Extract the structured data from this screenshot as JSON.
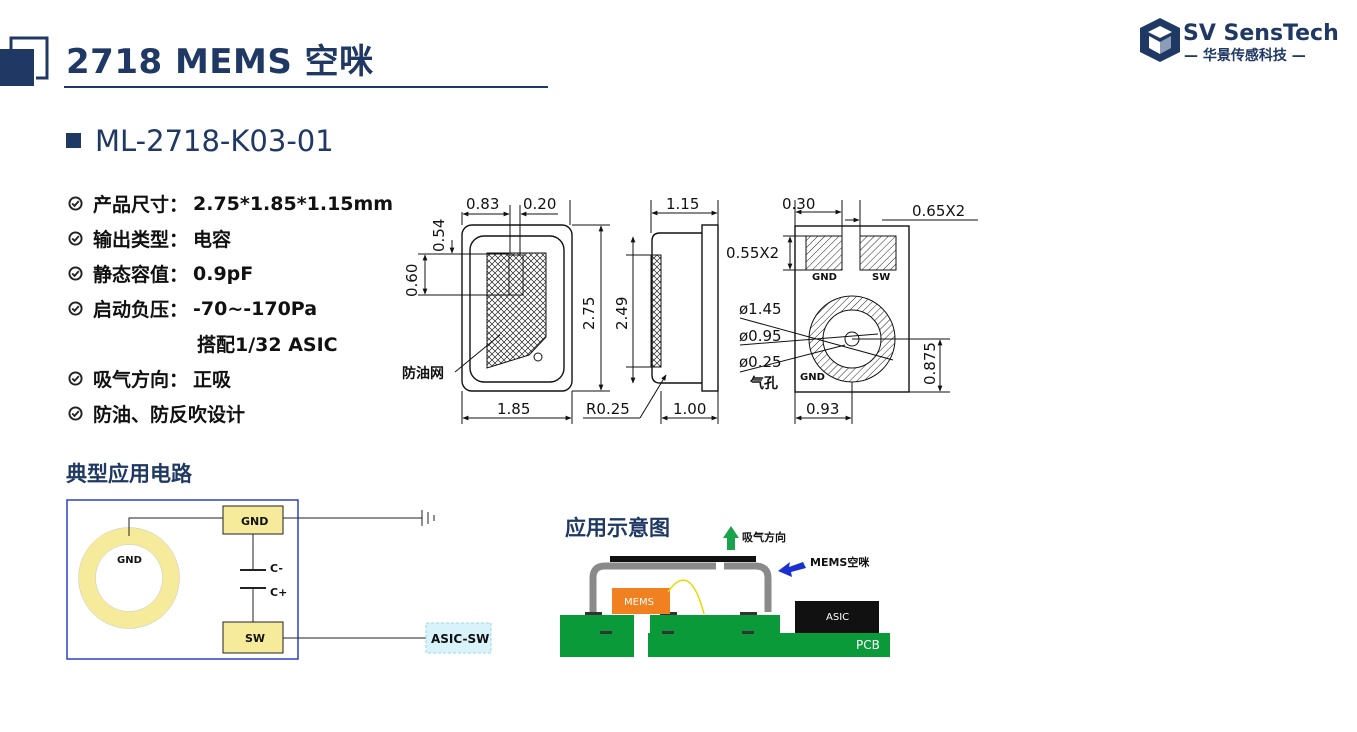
{
  "page": {
    "title": "2718 MEMS 空咪",
    "model": "ML-2718-K03-01"
  },
  "logo": {
    "brand": "SV SensTech",
    "subtitle": "— 华景传感科技 —"
  },
  "specs": [
    {
      "label": "产品尺寸：",
      "value": "2.75*1.85*1.15mm"
    },
    {
      "label": "输出类型：",
      "value": "电容"
    },
    {
      "label": "静态容值：",
      "value": "0.9pF"
    },
    {
      "label": "启动负压：",
      "value": "-70~-170Pa"
    },
    {
      "label": "",
      "value": "搭配1/32 ASIC"
    },
    {
      "label": "吸气方向：",
      "value": "正吸"
    },
    {
      "label": "防油、防反吹设计",
      "value": ""
    }
  ],
  "drawing": {
    "front": {
      "d_083": "0.83",
      "d_020": "0.20",
      "d_054": "0.54",
      "d_060": "0.60",
      "d_275": "2.75",
      "d_185": "1.85",
      "r025": "R0.25",
      "mesh": "防油网"
    },
    "side": {
      "d_115": "1.15",
      "d_249": "2.49",
      "d_100": "1.00"
    },
    "bottom": {
      "d_030": "0.30",
      "d_065x2": "0.65X2",
      "d_055x2": "0.55X2",
      "gnd_pad": "GND",
      "sw_pad": "SW",
      "dia_145": "ø1.45",
      "dia_095": "ø0.95",
      "dia_025": "ø0.25",
      "port": "气孔",
      "gnd_ring": "GND",
      "d_093": "0.93",
      "d_0875": "0.875"
    }
  },
  "circuit": {
    "title": "典型应用电路",
    "ring_label": "GND",
    "gnd_pad": "GND",
    "sw_pad": "SW",
    "c_minus": "C-",
    "c_plus": "C+",
    "asic_sw": "ASIC-SW"
  },
  "application": {
    "title": "应用示意图",
    "intake": "吸气方向",
    "mems_label": "MEMS空咪",
    "mems_chip": "MEMS",
    "asic_chip": "ASIC",
    "pcb": "PCB"
  },
  "colors": {
    "navy": "#1f3864",
    "pcb_green": "#0a9a3a",
    "mems_orange": "#f08020",
    "ring_yellow": "#f5eb9a",
    "arrow_green": "#1aa34a",
    "arrow_blue": "#1a30d0",
    "circuit_border": "#2a40c8",
    "asic_box": "#d8f3fa"
  }
}
